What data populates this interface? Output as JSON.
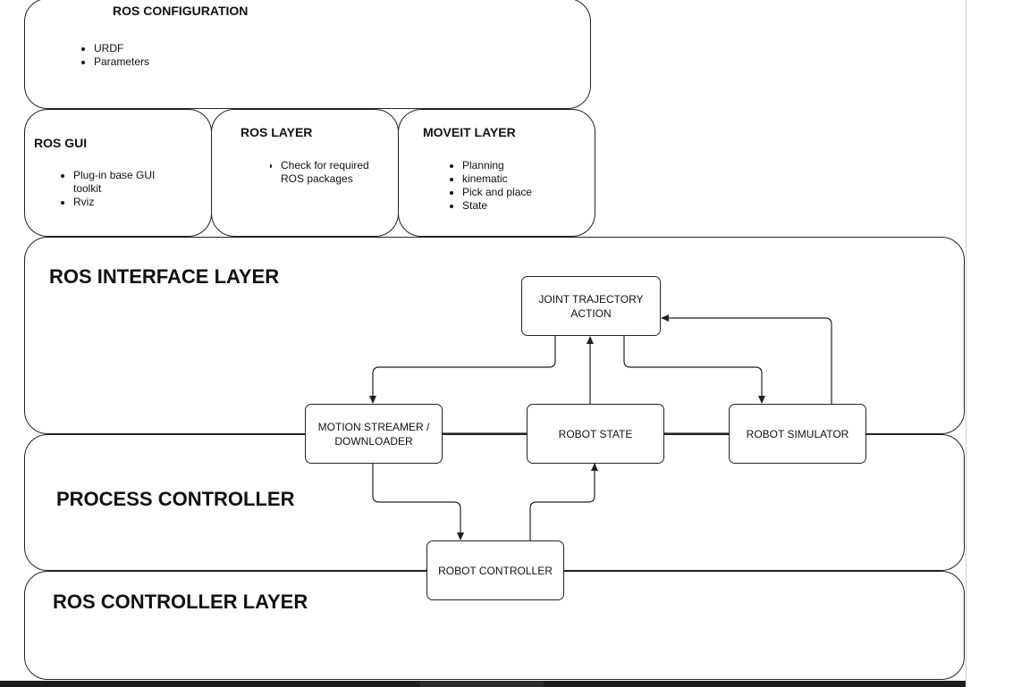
{
  "layers": {
    "ros_configuration": {
      "title": "ROS CONFIGURATION",
      "items": [
        "URDF",
        "Parameters"
      ]
    },
    "ros_gui": {
      "title": "ROS GUI",
      "items": [
        "Plug-in base GUI toolkit",
        "Rviz"
      ]
    },
    "ros_layer": {
      "title": "ROS LAYER",
      "items": [
        "Check for required ROS packages"
      ]
    },
    "moveit_layer": {
      "title": "MOVEIT LAYER",
      "items": [
        "Planning",
        "kinematic",
        "Pick and place",
        "State"
      ]
    },
    "ros_interface_layer": {
      "title": "ROS INTERFACE LAYER"
    },
    "process_controller": {
      "title": "PROCESS CONTROLLER"
    },
    "ros_controller_layer": {
      "title": "ROS CONTROLLER LAYER"
    }
  },
  "nodes": {
    "joint_trajectory_action": "JOINT TRAJECTORY ACTION",
    "motion_streamer": "MOTION STREAMER / DOWNLOADER",
    "robot_state": "ROBOT STATE",
    "robot_simulator": "ROBOT SIMULATOR",
    "robot_controller": "ROBOT CONTROLLER"
  },
  "colors": {
    "stroke": "#222222",
    "background": "#ffffff"
  }
}
